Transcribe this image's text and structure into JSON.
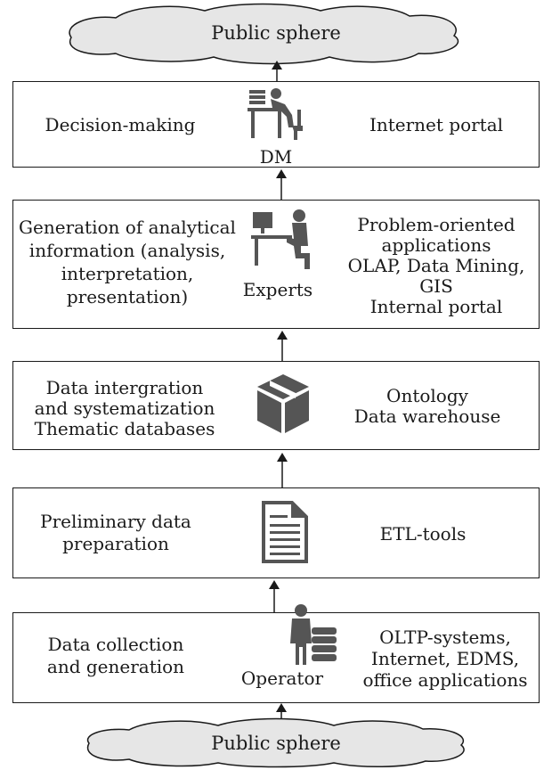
{
  "top_cloud": "Public sphere",
  "bottom_cloud": "Public sphere",
  "layers": [
    {
      "left": [
        "Decision-making"
      ],
      "actor": "DM",
      "right": [
        "Internet portal"
      ]
    },
    {
      "left": [
        "Generation of analytical",
        "information (analysis,",
        "interpretation,",
        "presentation)"
      ],
      "actor": "Experts",
      "right": [
        "Problem-oriented",
        "applications",
        "OLAP, Data Mining,",
        "GIS",
        "Internal portal"
      ]
    },
    {
      "left": [
        "Data intergration",
        "and systematization",
        "Thematic databases"
      ],
      "actor": "",
      "right": [
        "Ontology",
        "Data warehouse"
      ]
    },
    {
      "left": [
        "Preliminary data",
        "preparation"
      ],
      "actor": "",
      "right": [
        "ETL-tools"
      ]
    },
    {
      "left": [
        "Data collection",
        "and generation"
      ],
      "actor": "Operator",
      "right": [
        "OLTP-systems,",
        "Internet, EDMS,",
        "office applications"
      ]
    }
  ],
  "icons": [
    "tired-worker-desk-icon",
    "expert-computer-icon",
    "box-package-icon",
    "document-icon",
    "operator-stack-icon"
  ],
  "colors": {
    "stroke": "#1a1a1a",
    "cloud_fill": "#e6e6e6",
    "icon_fill": "#555555"
  }
}
